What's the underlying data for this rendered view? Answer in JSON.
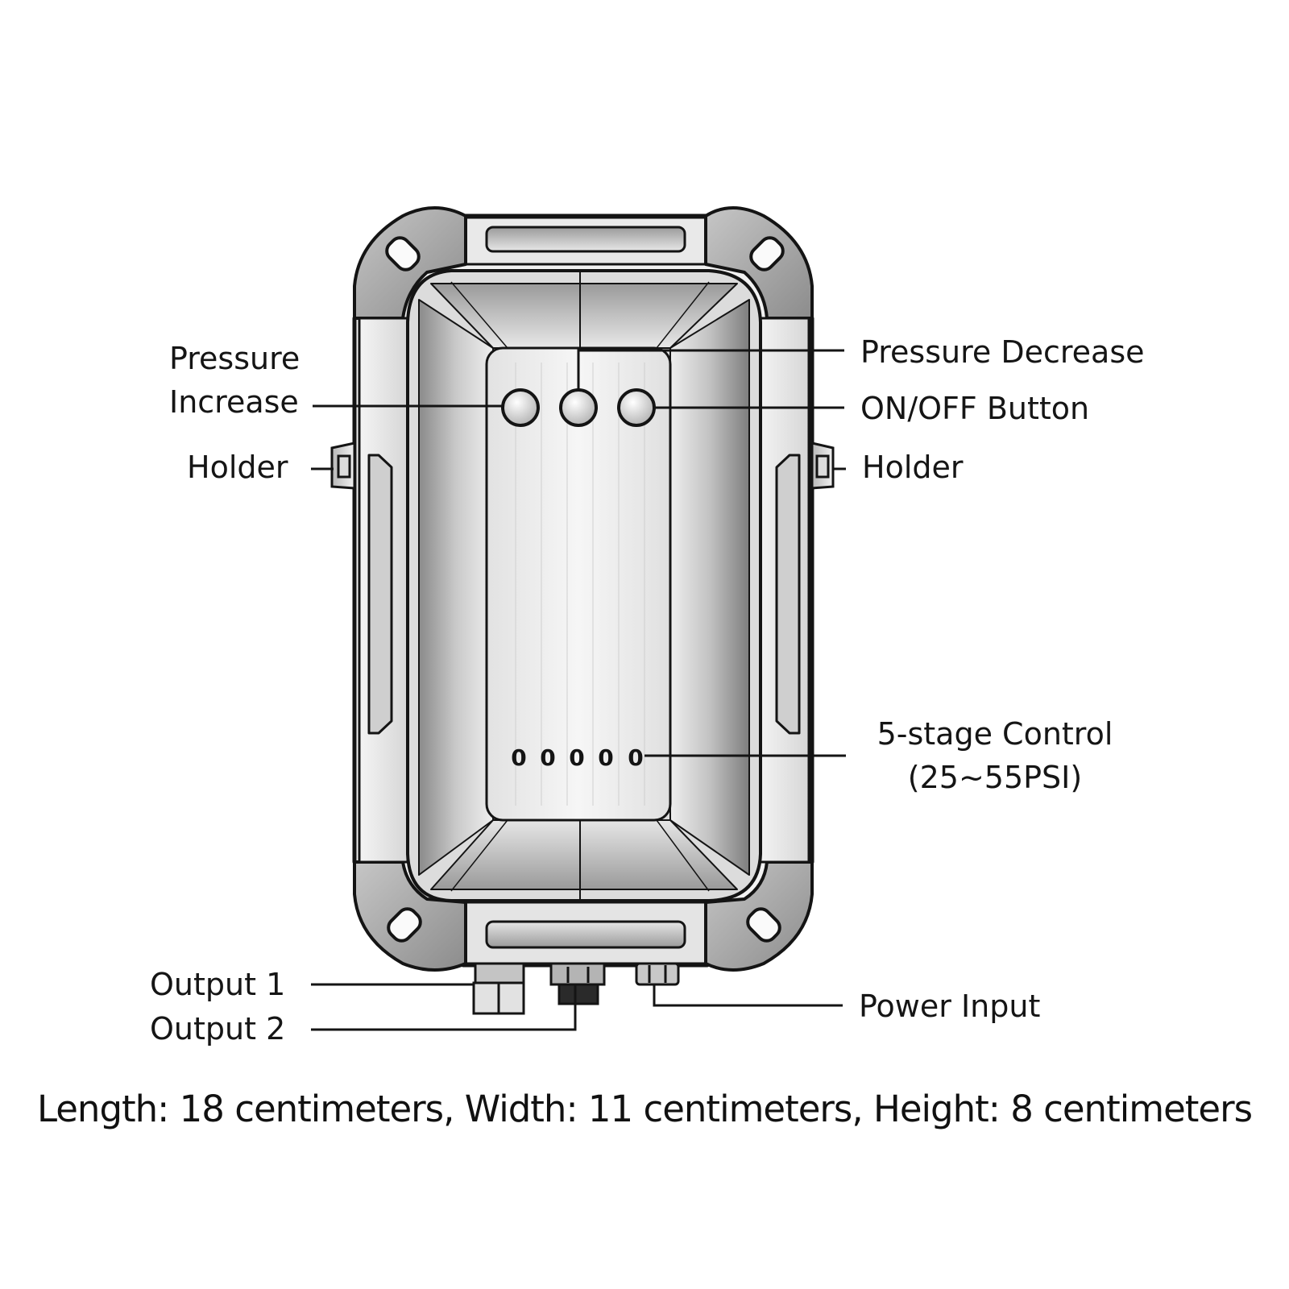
{
  "labels": {
    "pressure_increase_line1": "Pressure",
    "pressure_increase_line2": "Increase",
    "pressure_decrease": "Pressure Decrease",
    "on_off_button": "ON/OFF Button",
    "holder_left": "Holder",
    "holder_right": "Holder",
    "stage_control_line1": "5-stage Control",
    "stage_control_line2": "(25~55PSI)",
    "output_1": "Output 1",
    "output_2": "Output 2",
    "power_input": "Power Input"
  },
  "dimensions": "Length: 18 centimeters, Width: 11 centimeters, Height: 8 centimeters",
  "stage_indicators": [
    "0",
    "0",
    "0",
    "0",
    "0"
  ],
  "colors": {
    "ink": "#151515",
    "metal_light": "#ececec",
    "metal_dark": "#9a9a9a",
    "background": "#ffffff"
  }
}
